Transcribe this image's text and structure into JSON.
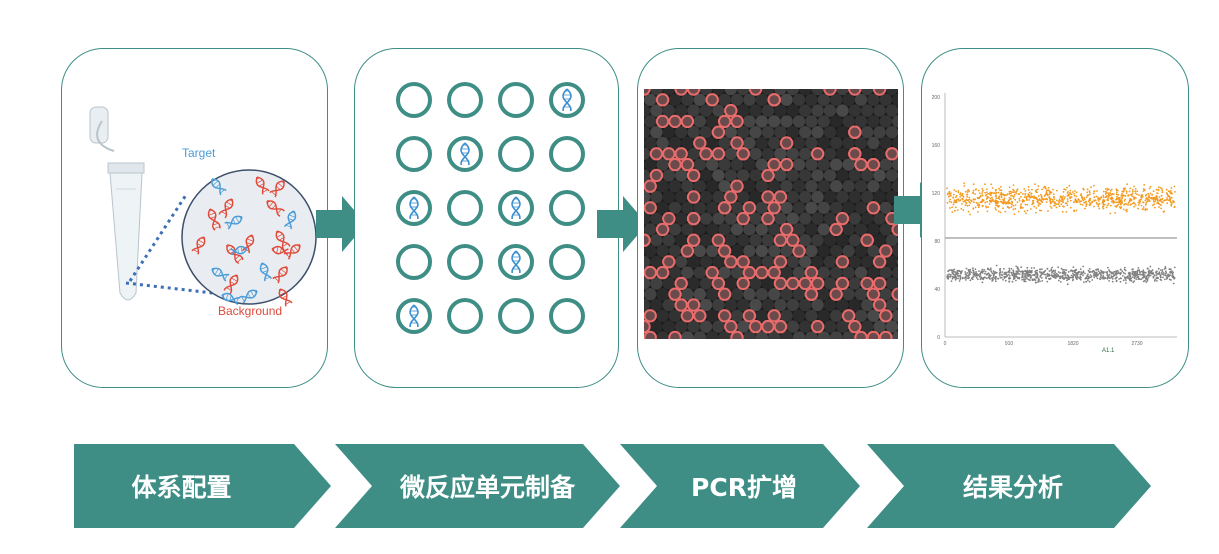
{
  "colors": {
    "teal": "#3e8e86",
    "target_blue": "#4a9cd8",
    "background_red": "#e04a3a",
    "orange_dots": "#f39a1f",
    "gray_dots": "#808080"
  },
  "panel1": {
    "target_label": "Target",
    "background_label": "Background"
  },
  "panel2": {
    "grid_rows": 5,
    "grid_cols": 4,
    "positive_cells": [
      [
        0,
        3
      ],
      [
        1,
        1
      ],
      [
        2,
        0
      ],
      [
        2,
        2
      ],
      [
        3,
        2
      ],
      [
        4,
        0
      ]
    ]
  },
  "panel4": {
    "y_ticks": [
      "200",
      "160",
      "120",
      "80",
      "40",
      "0"
    ],
    "x_ticks": [
      "0",
      "910",
      "1820",
      "2730"
    ],
    "x_label": "A1.1"
  },
  "steps": [
    {
      "label": "体系配置"
    },
    {
      "label": "微反应单元制备"
    },
    {
      "label": "PCR扩增"
    },
    {
      "label": "结果分析"
    }
  ]
}
